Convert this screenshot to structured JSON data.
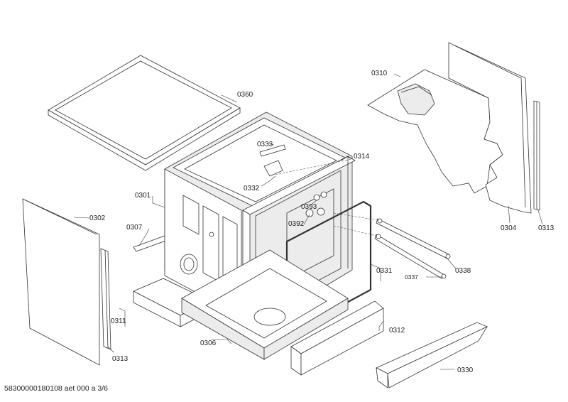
{
  "parts": {
    "p0360": "0360",
    "p0310": "0310",
    "p0333": "0333",
    "p0314": "0314",
    "p0301": "0301",
    "p0332": "0332",
    "p0393": "0393",
    "p0302": "0302",
    "p0307": "0307",
    "p0392": "0392",
    "p0304": "0304",
    "p0313a": "0313",
    "p0331": "0331",
    "p0338": "0338",
    "p0337": "0337",
    "p0311": "0311",
    "p0312": "0312",
    "p0306": "0306",
    "p0313b": "0313",
    "p0330": "0330"
  },
  "footer": "58300000180108 aet 000 a 3/6"
}
